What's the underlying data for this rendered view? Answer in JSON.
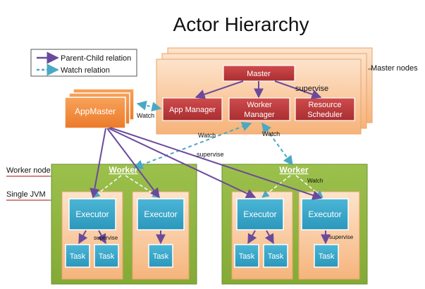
{
  "title": "Actor Hierarchy",
  "legend": {
    "parent_child": "Parent-Child relation",
    "watch": "Watch relation"
  },
  "labels": {
    "master_nodes": "Master nodes",
    "worker_node": "Worker node",
    "single_jvm": "Single JVM",
    "supervise": "supervise",
    "watch": "Watch"
  },
  "master": {
    "master": "Master",
    "app_manager": "App Manager",
    "worker_manager_line1": "Worker",
    "worker_manager_line2": "Manager",
    "resource_scheduler_line1": "Resource",
    "resource_scheduler_line2": "Scheduler"
  },
  "appmaster": "AppMaster",
  "worker_title": "Worker",
  "executor": "Executor",
  "task": "Task",
  "colors": {
    "parent_child_arrow": "#6a4a9c",
    "watch_arrow": "#4aa8c4",
    "master_box": "#c0393b",
    "appmaster": "#f2893a",
    "worker_bg": "#8fb33e",
    "executor": "#3aa8c8",
    "jvm_bg": "#f9c697"
  }
}
